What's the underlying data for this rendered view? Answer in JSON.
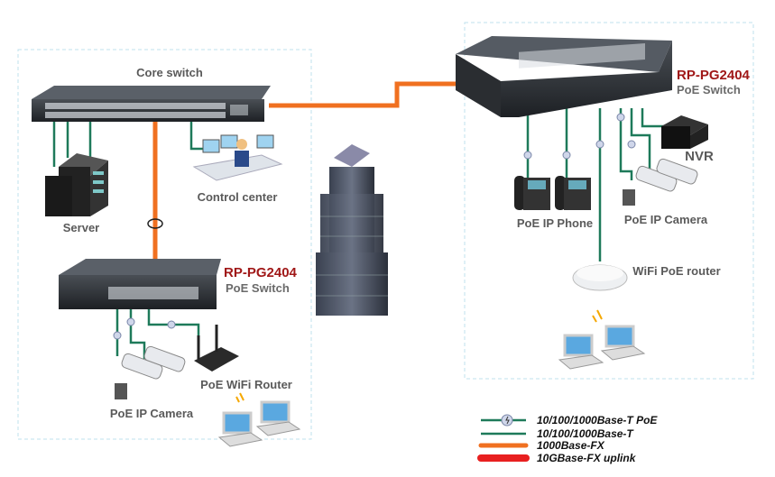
{
  "colors": {
    "poe": "#1e7a5a",
    "fx": "#f07020",
    "uplink": "#e82020",
    "model": "#a01818"
  },
  "core_switch": {
    "label": "Core switch"
  },
  "server": {
    "label": "Server"
  },
  "control_center": {
    "label": "Control center"
  },
  "left_switch": {
    "model": "RP-PG2404",
    "type": "PoE Switch"
  },
  "left_camera": {
    "label": "PoE IP Camera"
  },
  "wifi_router": {
    "label": "PoE WiFi Router"
  },
  "right_switch": {
    "model": "RP-PG2404",
    "type": "PoE Switch"
  },
  "nvr": {
    "label": "NVR"
  },
  "phone": {
    "label": "PoE IP Phone"
  },
  "right_camera": {
    "label": "PoE IP Camera"
  },
  "wifi_ap": {
    "label": "WiFi PoE router"
  },
  "legend": [
    {
      "label": "10/100/1000Base-T PoE",
      "icon": "poe-bolt-icon"
    },
    {
      "label": "10/100/1000Base-T"
    },
    {
      "label": "1000Base-FX"
    },
    {
      "label": "10GBase-FX uplink"
    }
  ]
}
